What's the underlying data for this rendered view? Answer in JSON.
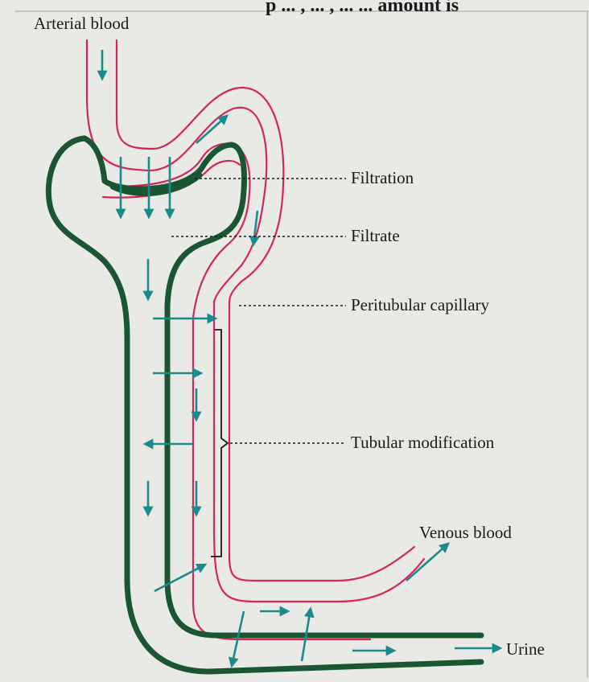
{
  "header_fragment": "p ... , ... , ... ... amount is",
  "labels": {
    "arterial_blood": "Arterial  blood",
    "filtration": "Filtration",
    "filtrate": "Filtrate",
    "peritubular_capillary": "Peritubular  capillary",
    "tubular_modification": "Tubular  modification",
    "venous_blood": "Venous blood",
    "urine": "Urine"
  },
  "colors": {
    "tubule": "#1b5632",
    "capillary": "#d4265a",
    "arrows": "#1b8a8c",
    "text": "#1a1a1a",
    "background": "#e9e9e6"
  }
}
